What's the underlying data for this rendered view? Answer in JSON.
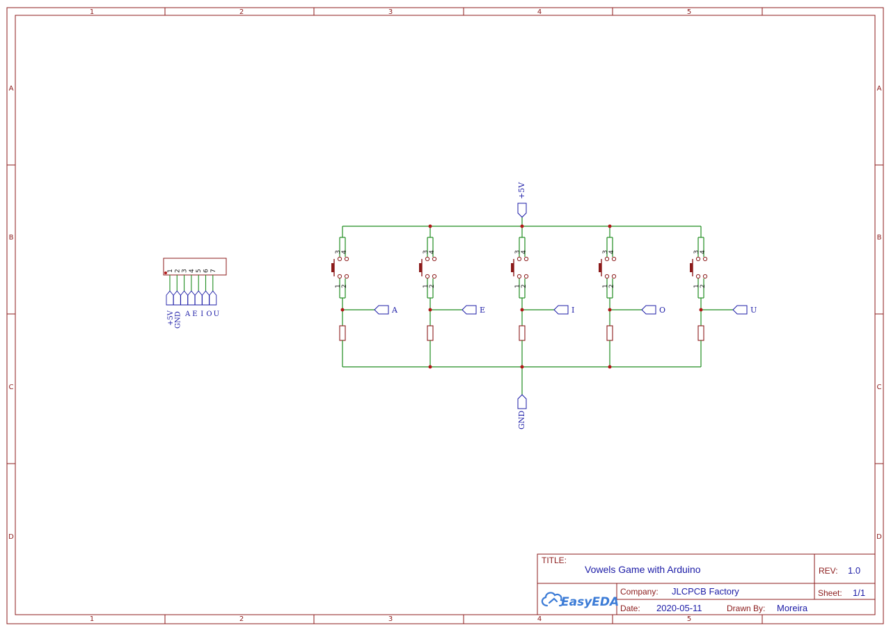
{
  "frame": {
    "columns": [
      "1",
      "2",
      "3",
      "4",
      "5"
    ],
    "rows": [
      "A",
      "B",
      "C",
      "D"
    ]
  },
  "power": {
    "vcc": "+5V",
    "gnd": "GND"
  },
  "switches": [
    {
      "net": "A",
      "pins": [
        "3",
        "4",
        "1",
        "2"
      ]
    },
    {
      "net": "E",
      "pins": [
        "3",
        "4",
        "1",
        "2"
      ]
    },
    {
      "net": "I",
      "pins": [
        "3",
        "4",
        "1",
        "2"
      ]
    },
    {
      "net": "O",
      "pins": [
        "3",
        "4",
        "1",
        "2"
      ]
    },
    {
      "net": "U",
      "pins": [
        "3",
        "4",
        "1",
        "2"
      ]
    }
  ],
  "header": {
    "pin_numbers": [
      "1",
      "2",
      "3",
      "4",
      "5",
      "6",
      "7"
    ],
    "pin_nets": [
      "+5V",
      "GND",
      "A",
      "E",
      "I",
      "O",
      "U"
    ]
  },
  "title_block": {
    "title_label": "TITLE:",
    "title": "Vowels Game with Arduino",
    "rev_label": "REV:",
    "rev": "1.0",
    "company_label": "Company:",
    "company": "JLCPCB Factory",
    "sheet_label": "Sheet:",
    "sheet": "1/1",
    "date_label": "Date:",
    "date": "2020-05-11",
    "drawn_label": "Drawn By:",
    "drawn_by": "Moreira",
    "brand": "EasyEDA"
  },
  "colors": {
    "frame": "#8b1a1a",
    "wire": "#1e8c1e",
    "junction": "#b01818",
    "net_label": "#1a1aa6",
    "brand": "#3b7bd6"
  }
}
